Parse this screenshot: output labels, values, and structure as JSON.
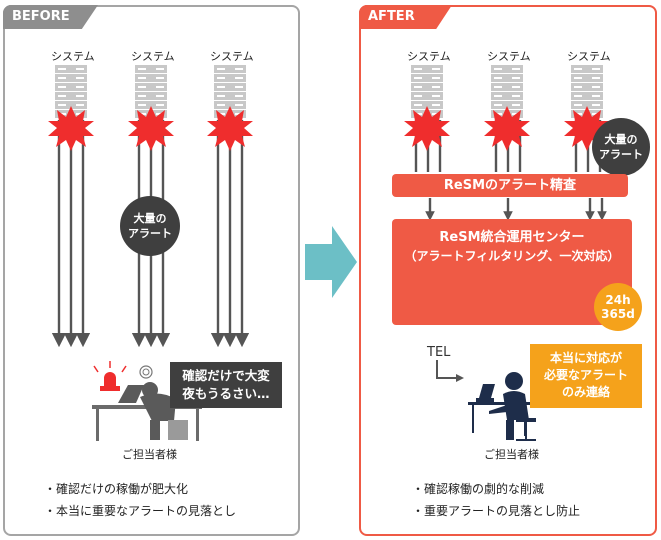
{
  "before": {
    "tab": "BEFORE",
    "system_label": "システム",
    "alarm_bubble": [
      "大量の",
      "アラート"
    ],
    "speech": [
      "確認だけで大変",
      "夜もうるさい…"
    ],
    "person_label": "ご担当者様",
    "bullets": [
      "・確認だけの稼働が肥大化",
      "・本当に重要なアラートの見落とし"
    ]
  },
  "after": {
    "tab": "AFTER",
    "system_label": "システム",
    "alarm_bubble": [
      "大量の",
      "アラート"
    ],
    "scrutiny_bar": "ReSMのアラート精査",
    "center_title": "ReSM統合運用センター",
    "center_sub": "（アラートフィルタリング、一次対応）",
    "badge": [
      "24h",
      "365d"
    ],
    "tel": "TEL",
    "callout": [
      "本当に対応が",
      "必要なアラート",
      "のみ連絡"
    ],
    "person_label": "ご担当者様",
    "bullets": [
      "・確認稼働の劇的な削減",
      "・重要アラートの見落とし防止"
    ]
  },
  "colors": {
    "accent": "#ef5a45",
    "arrow_middle": "#6cbfc6",
    "callout": "#f5a21b",
    "dark": "#3f3f3f",
    "navy": "#1e2d4a"
  }
}
